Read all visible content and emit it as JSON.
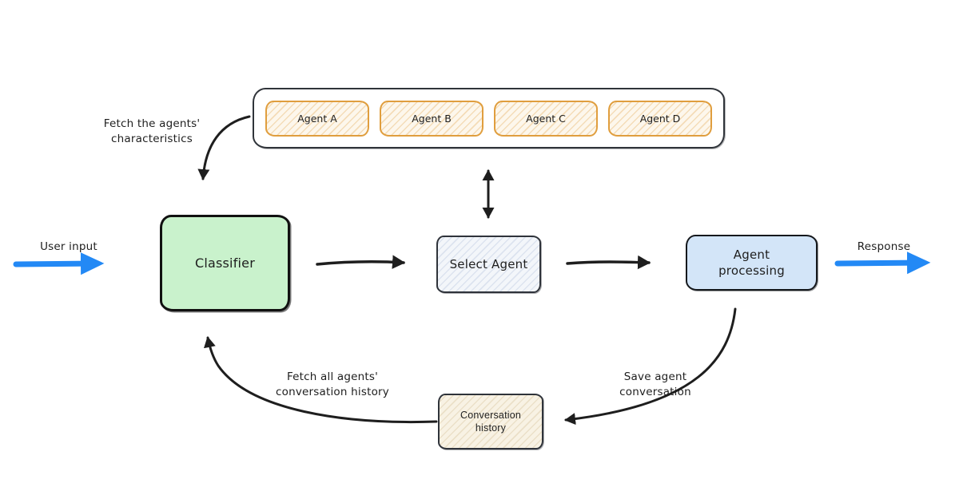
{
  "diagram": {
    "agents_shelf": {
      "items": [
        "Agent A",
        "Agent B",
        "Agent C",
        "Agent D"
      ]
    },
    "nodes": {
      "classifier": "Classifier",
      "select_agent": "Select Agent",
      "agent_processing": "Agent\nprocessing",
      "conversation_history": "Conversation\nhistory"
    },
    "labels": {
      "user_input": "User input",
      "response": "Response",
      "fetch_characteristics": "Fetch the agents'\ncharacteristics",
      "fetch_history": "Fetch all agents'\nconversation history",
      "save_conversation": "Save agent\nconversation"
    },
    "colors": {
      "classifier_fill": "#c9f2cc",
      "agent_processing_fill": "#d3e5f8",
      "agent_box_stroke": "#e09e3e",
      "arrow_blue": "#2389f5",
      "ink": "#1e1e1e"
    }
  }
}
